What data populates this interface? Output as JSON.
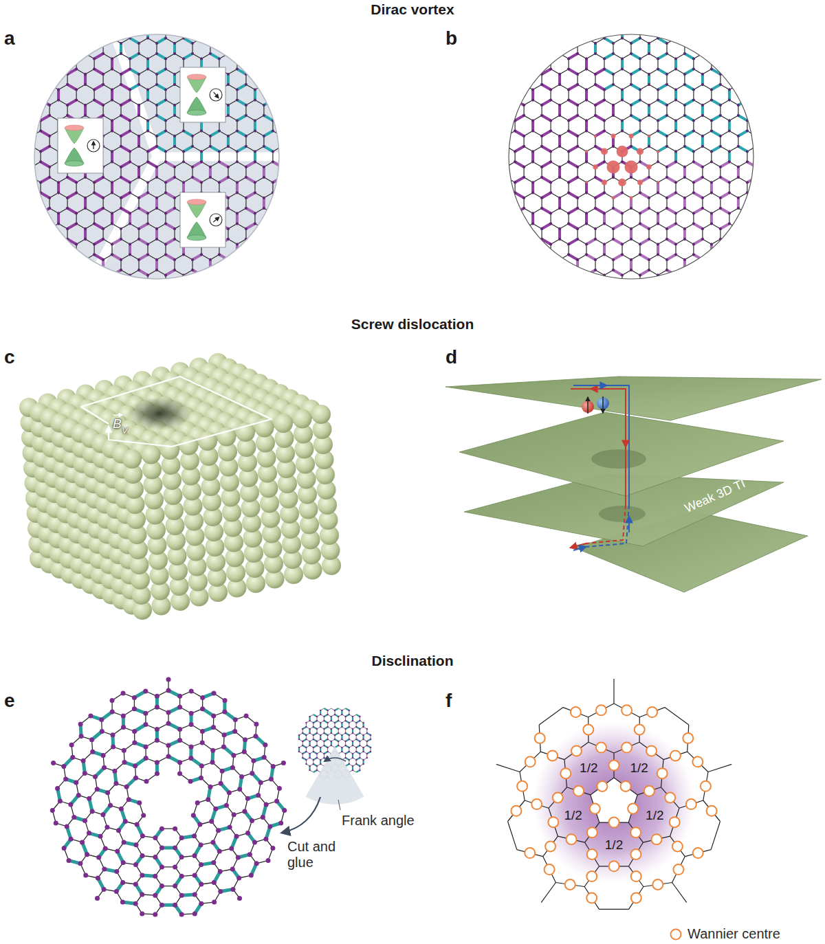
{
  "diagram": {
    "labels": [
      "Dirac vortex",
      "a",
      "b",
      "Screw dislocation",
      "c",
      "d",
      "B",
      "V",
      "Weak 3D TI",
      "Disclination",
      "e",
      "f",
      "Frank angle",
      "Cut and glue",
      "1/2",
      "1/2",
      "1/2",
      "1/2",
      "1/2"
    ],
    "legend": [
      {
        "text": "Wannier centre"
      }
    ]
  }
}
